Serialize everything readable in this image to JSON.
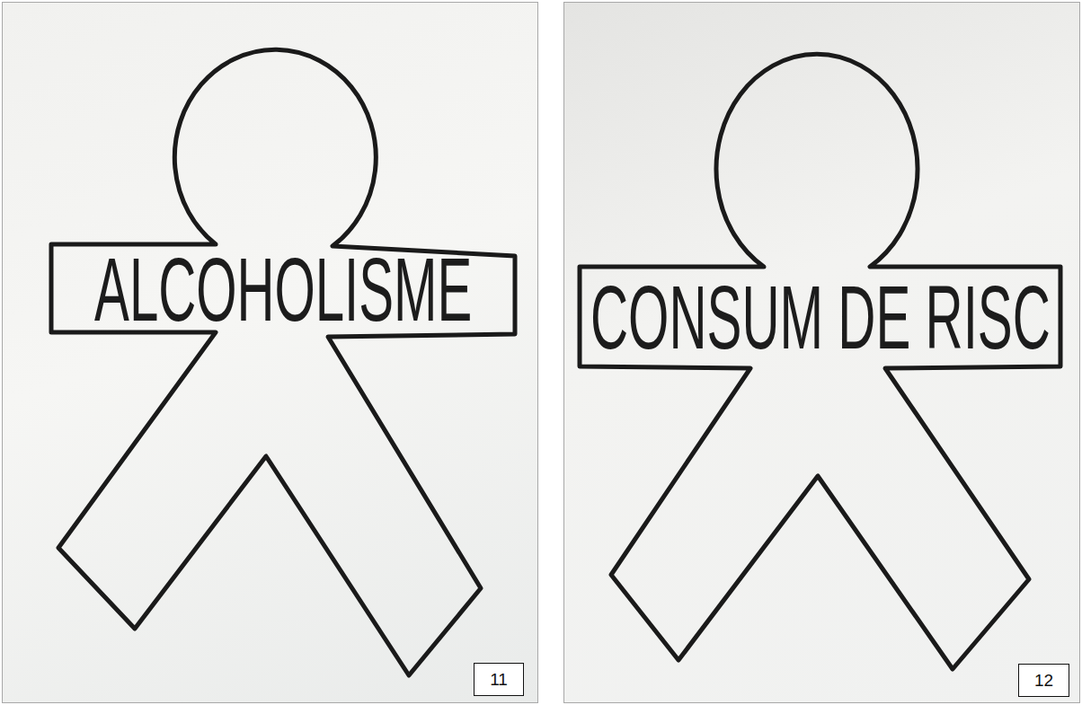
{
  "diagram": {
    "nodes": [
      {
        "text": [
          "ALCOHOLISME"
        ]
      },
      {
        "text": [
          "11"
        ]
      },
      {
        "text": [
          "CONSUM DE RISC"
        ]
      },
      {
        "text": [
          "12"
        ]
      }
    ]
  }
}
